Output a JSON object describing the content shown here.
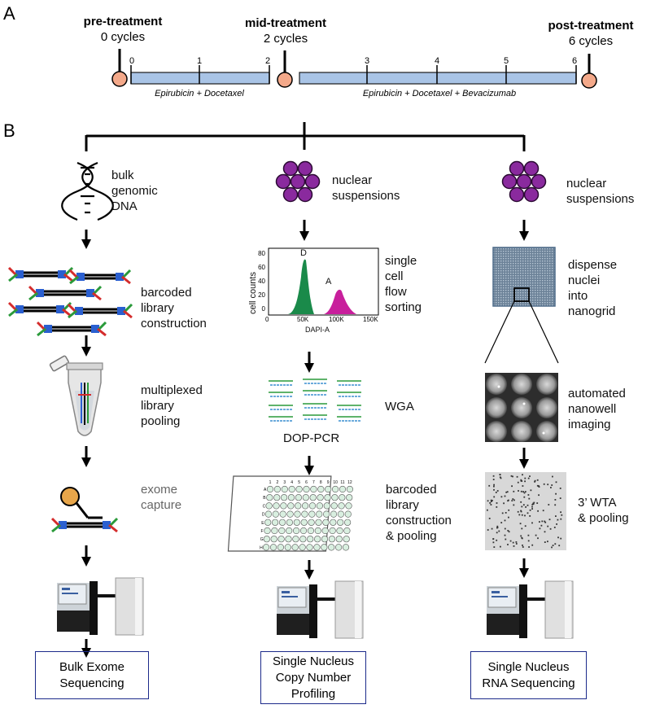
{
  "panels": {
    "a": "A",
    "b": "B"
  },
  "timeline": {
    "pre": {
      "title": "pre-treatment",
      "sub": "0 cycles"
    },
    "mid": {
      "title": "mid-treatment",
      "sub": "2 cycles"
    },
    "post": {
      "title": "post-treatment",
      "sub": "6 cycles"
    },
    "ticks": [
      "0",
      "1",
      "2",
      "3",
      "4",
      "5",
      "6"
    ],
    "regimen1": "Epirubicin + Docetaxel",
    "regimen2": "Epirubicin + Docetaxel + Bevacizumab"
  },
  "col1": {
    "step1": [
      "bulk",
      "genomic",
      "DNA"
    ],
    "step2": [
      "barcoded",
      "library",
      "construction"
    ],
    "step3": [
      "multiplexed",
      "library",
      "pooling"
    ],
    "step4": [
      "exome",
      "capture"
    ],
    "output": [
      "Bulk Exome",
      "Sequencing"
    ]
  },
  "col2": {
    "step1": [
      "nuclear",
      "suspensions"
    ],
    "step2": [
      "single",
      "cell",
      "flow",
      "sorting"
    ],
    "step3": "WGA",
    "step3_sub": "DOP-PCR",
    "step4": [
      "barcoded",
      "library",
      "construction",
      "& pooling"
    ],
    "output": [
      "Single Nucleus",
      "Copy Number",
      "Profiling"
    ],
    "histogram": {
      "ylabel": "cell counts",
      "xlabel": "DAPI-A",
      "yticks": [
        "0",
        "20",
        "40",
        "60",
        "80"
      ],
      "xticks": [
        "0",
        "50K",
        "100K",
        "150K"
      ],
      "peak_labels": [
        "D",
        "A"
      ]
    },
    "plate": {
      "cols": [
        "1",
        "2",
        "3",
        "4",
        "5",
        "6",
        "7",
        "8",
        "9",
        "10",
        "11",
        "12"
      ],
      "rows": [
        "A",
        "B",
        "C",
        "D",
        "E",
        "F",
        "G",
        "H"
      ]
    }
  },
  "col3": {
    "step1": [
      "nuclear",
      "suspensions"
    ],
    "step2": [
      "dispense",
      "nuclei",
      "into",
      "nanogrid"
    ],
    "step3": [
      "automated",
      "nanowell",
      "imaging"
    ],
    "step4": [
      "3’ WTA",
      "& pooling"
    ],
    "output": [
      "Single Nucleus",
      "RNA Sequencing"
    ]
  },
  "colors": {
    "timepoint": "#f4a98a",
    "bar": "#a9c4e6",
    "nucleus": "#8a2a9e",
    "diploid": "#1a8a4a",
    "aneuploid": "#c81f9c",
    "box_border": "#1c2a8a"
  }
}
